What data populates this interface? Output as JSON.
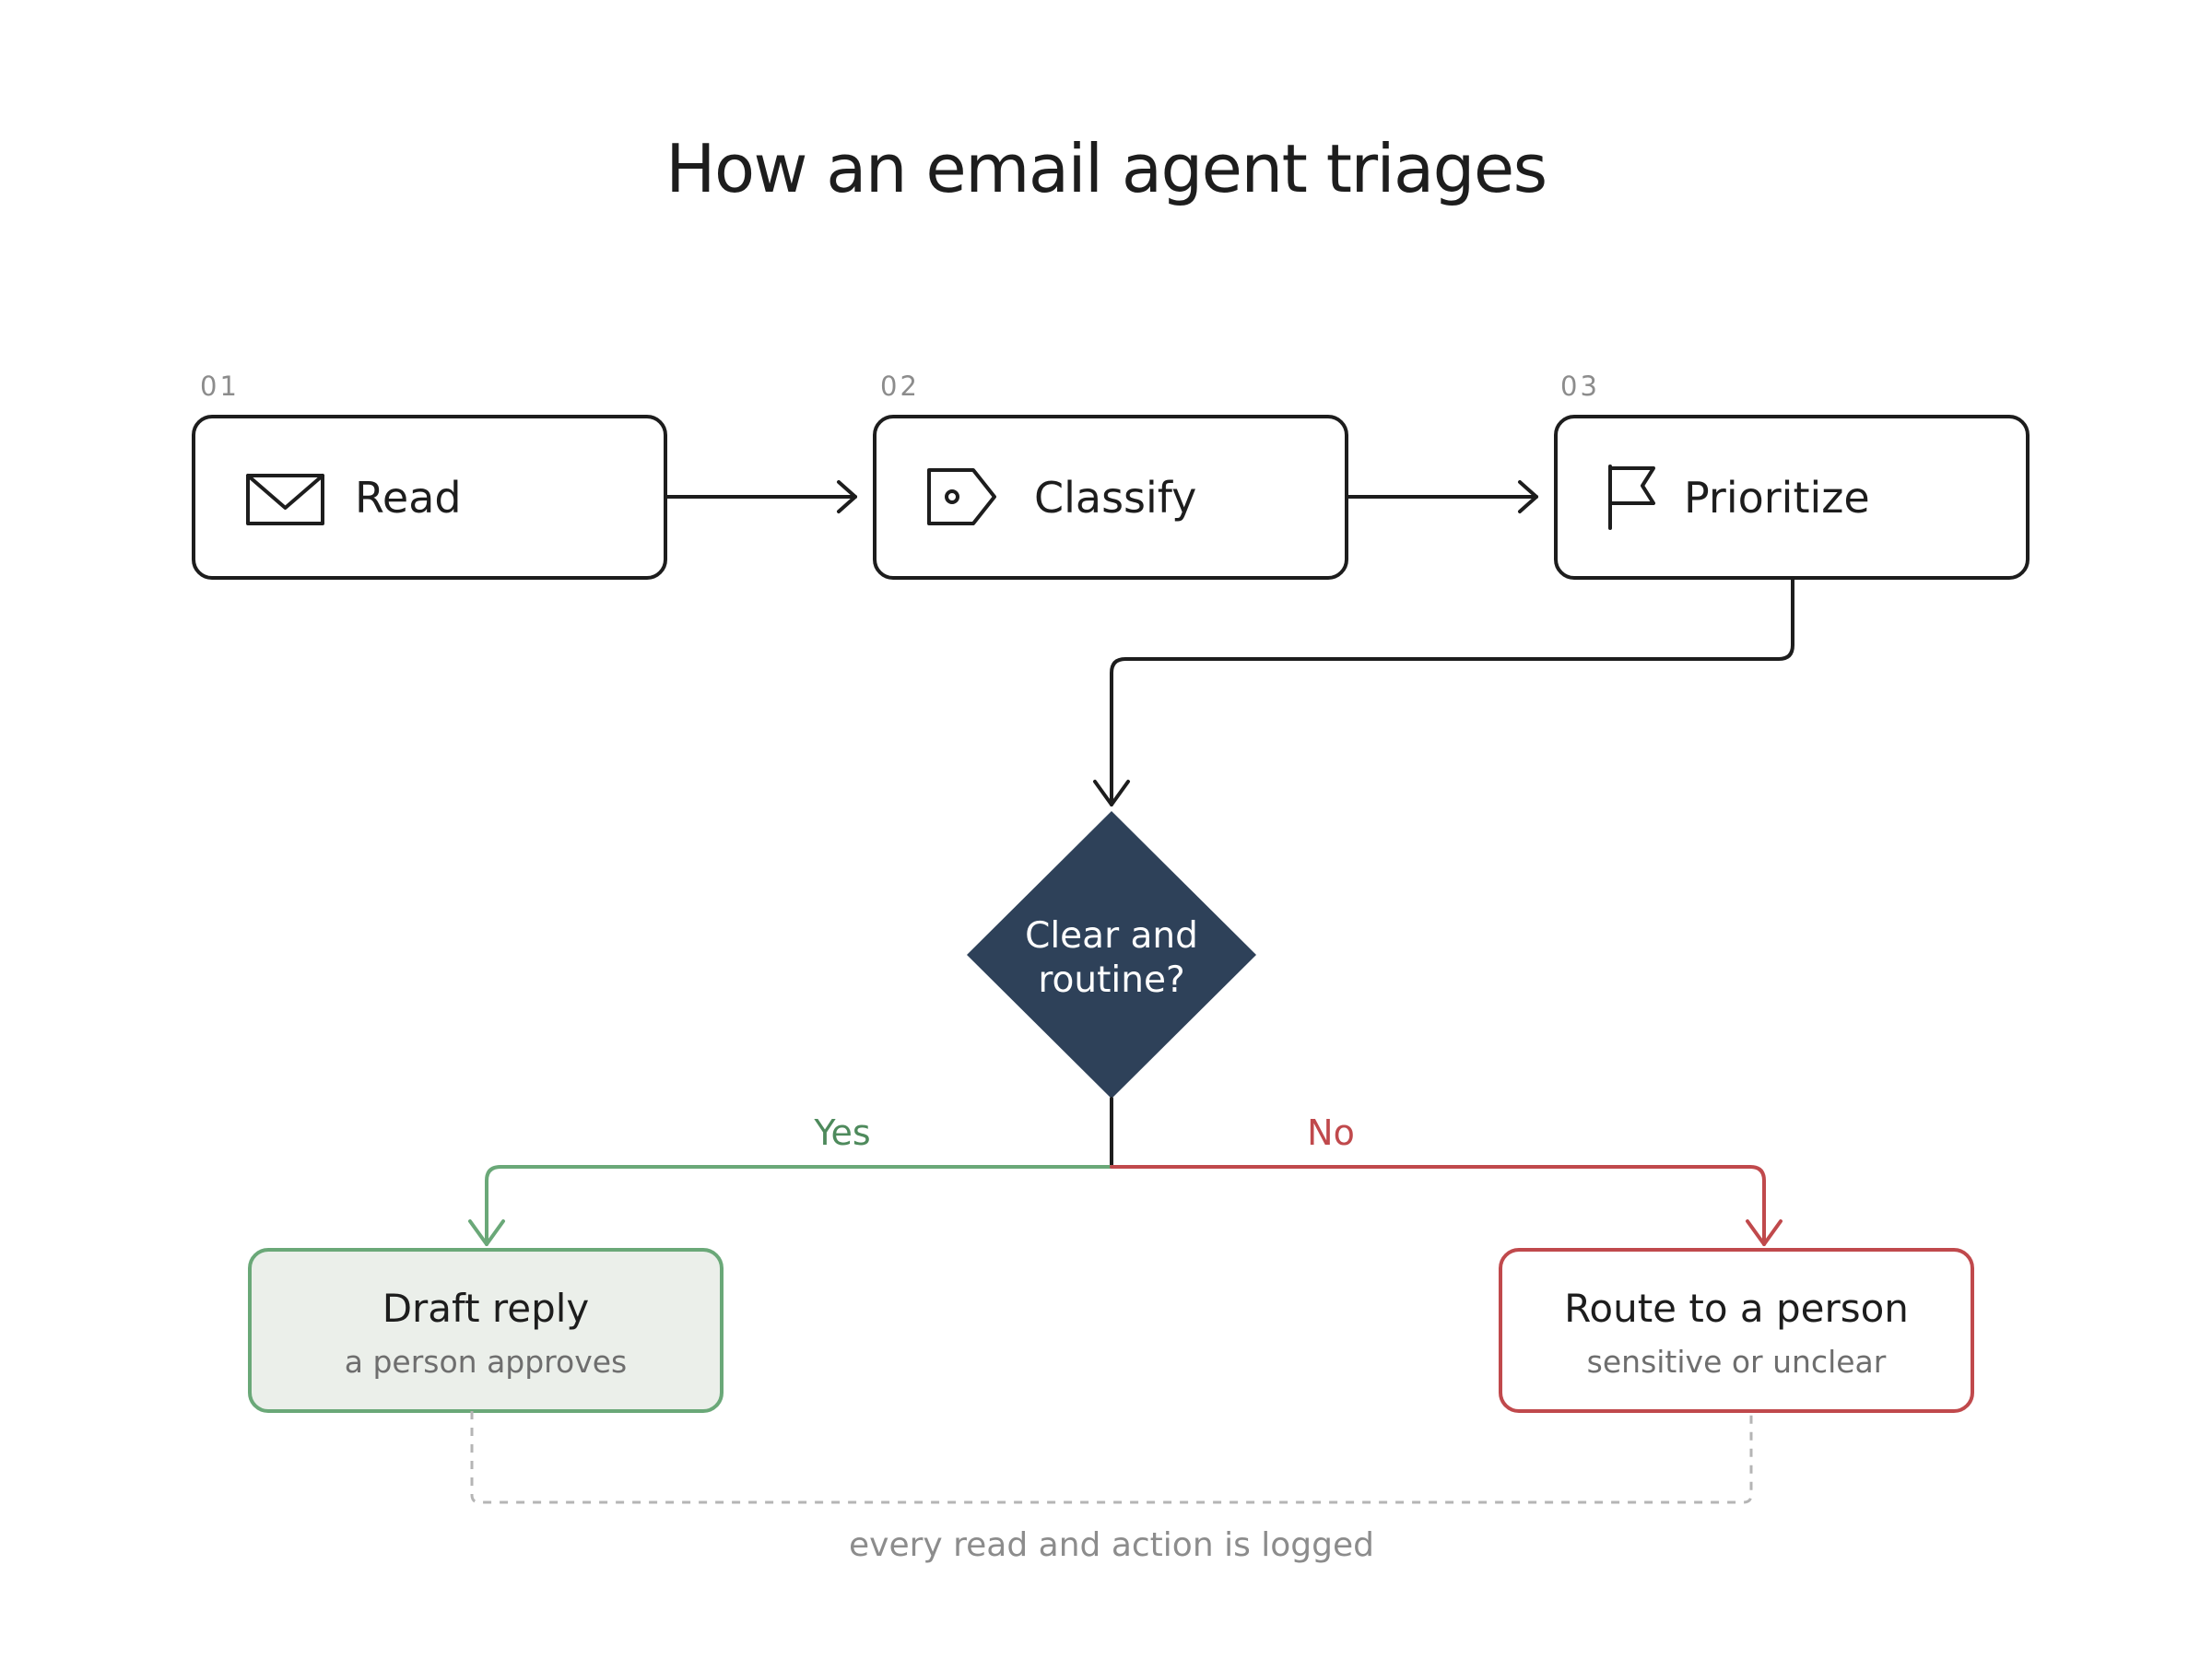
{
  "title": "How an email agent triages",
  "steps": [
    {
      "number": "01",
      "label": "Read",
      "icon": "envelope-icon"
    },
    {
      "number": "02",
      "label": "Classify",
      "icon": "tag-icon"
    },
    {
      "number": "03",
      "label": "Prioritize",
      "icon": "flag-icon"
    }
  ],
  "decision": {
    "line1": "Clear and",
    "line2": "routine?"
  },
  "branches": {
    "yes": {
      "label": "Yes",
      "color": "#5a9a6a"
    },
    "no": {
      "label": "No",
      "color": "#c0494c"
    }
  },
  "outcomes": {
    "yes": {
      "title": "Draft reply",
      "subtitle": "a person approves",
      "fill": "#ebefea",
      "stroke": "#6aa878"
    },
    "no": {
      "title": "Route to a person",
      "subtitle": "sensitive or unclear",
      "fill": "#ffffff",
      "stroke": "#c0494c"
    }
  },
  "footnote": "every read and action is logged",
  "colors": {
    "ink": "#1d1d1d",
    "decision_fill": "#2e4159",
    "muted": "#8c8c8c",
    "dashed_line": "#b5b5b5"
  }
}
